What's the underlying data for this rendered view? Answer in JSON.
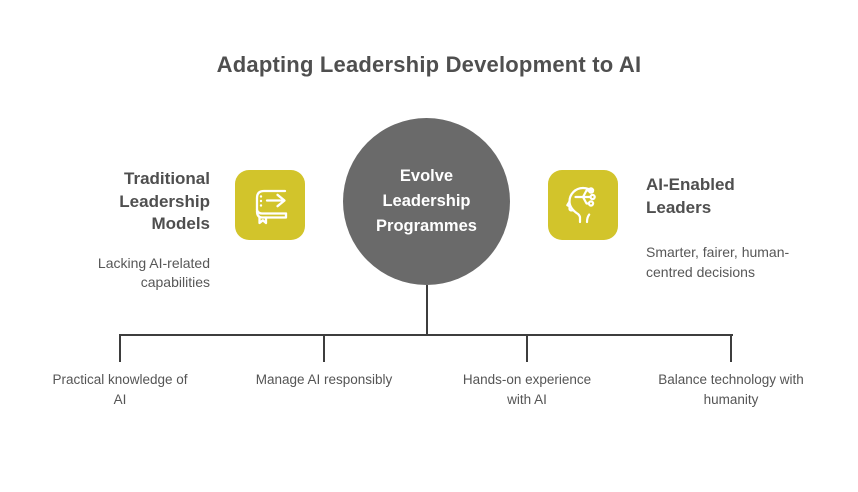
{
  "title": "Adapting Leadership Development to AI",
  "colors": {
    "accent_yellow": "#d2c42b",
    "node_gray": "#6a6a6a",
    "heading_text": "#4f4f4f",
    "body_text": "#575757",
    "line": "#3d3d3d",
    "background": "#ffffff"
  },
  "left_topic": {
    "heading": "Traditional\nLeadership\nModels",
    "subtext": "Lacking AI-related\ncapabilities",
    "icon": "book-arrow-icon"
  },
  "central_node": {
    "label": "Evolve\nLeadership\nProgrammes"
  },
  "right_topic": {
    "heading": "AI-Enabled\nLeaders",
    "subtext": "Smarter, fairer, human-\ncentred decisions",
    "icon": "ai-head-icon"
  },
  "branches": [
    {
      "label": "Practical knowledge of\nAI"
    },
    {
      "label": "Manage AI responsibly"
    },
    {
      "label": "Hands-on experience\nwith AI"
    },
    {
      "label": "Balance technology with\nhumanity"
    }
  ]
}
